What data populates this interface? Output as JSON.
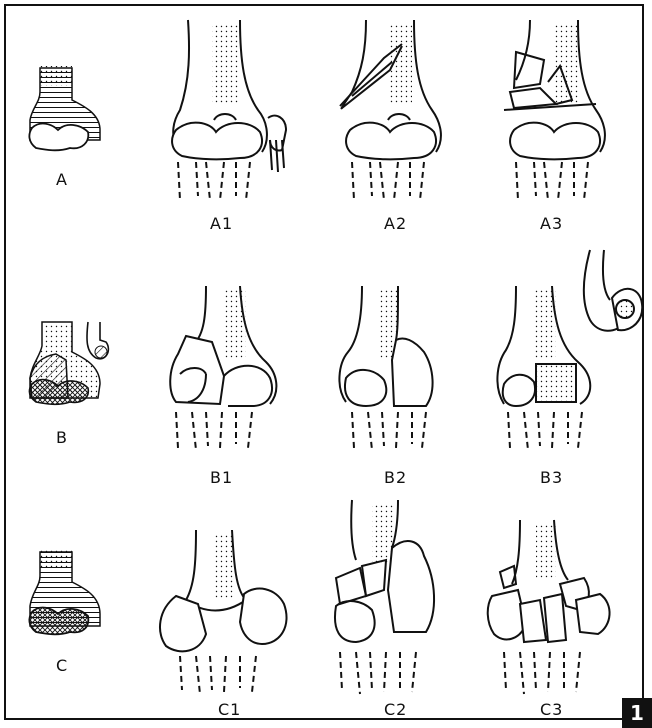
{
  "labels": {
    "A": "A",
    "A1": "A1",
    "A2": "A2",
    "A3": "A3",
    "B": "B",
    "B1": "B1",
    "B2": "B2",
    "B3": "B3",
    "C": "C",
    "C1": "C1",
    "C2": "C2",
    "C3": "C3"
  },
  "figure_number": "1"
}
